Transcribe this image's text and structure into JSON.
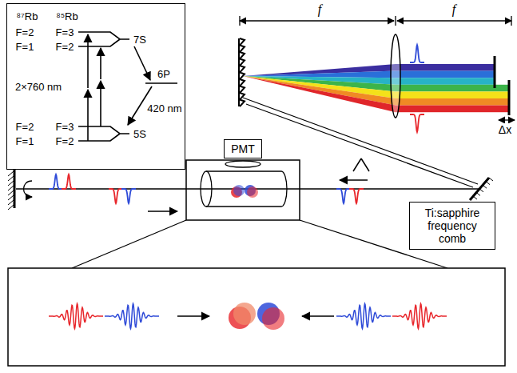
{
  "diagram": {
    "nodes": [
      {
        "text": [
          "⁸⁷Rb",
          "⁸⁵Rb",
          "F=2",
          "F=3",
          "F=1",
          "F=2",
          "7S",
          "2×760 nm",
          "6P",
          "420 nm",
          "F=2",
          "F=3",
          "F=1",
          "F=2",
          "5S"
        ]
      },
      {
        "text": [
          "PMT"
        ]
      },
      {
        "text": [
          "Ti:sapphire frequency comb"
        ]
      }
    ],
    "labels": [
      "f",
      "f",
      "Δx"
    ]
  }
}
